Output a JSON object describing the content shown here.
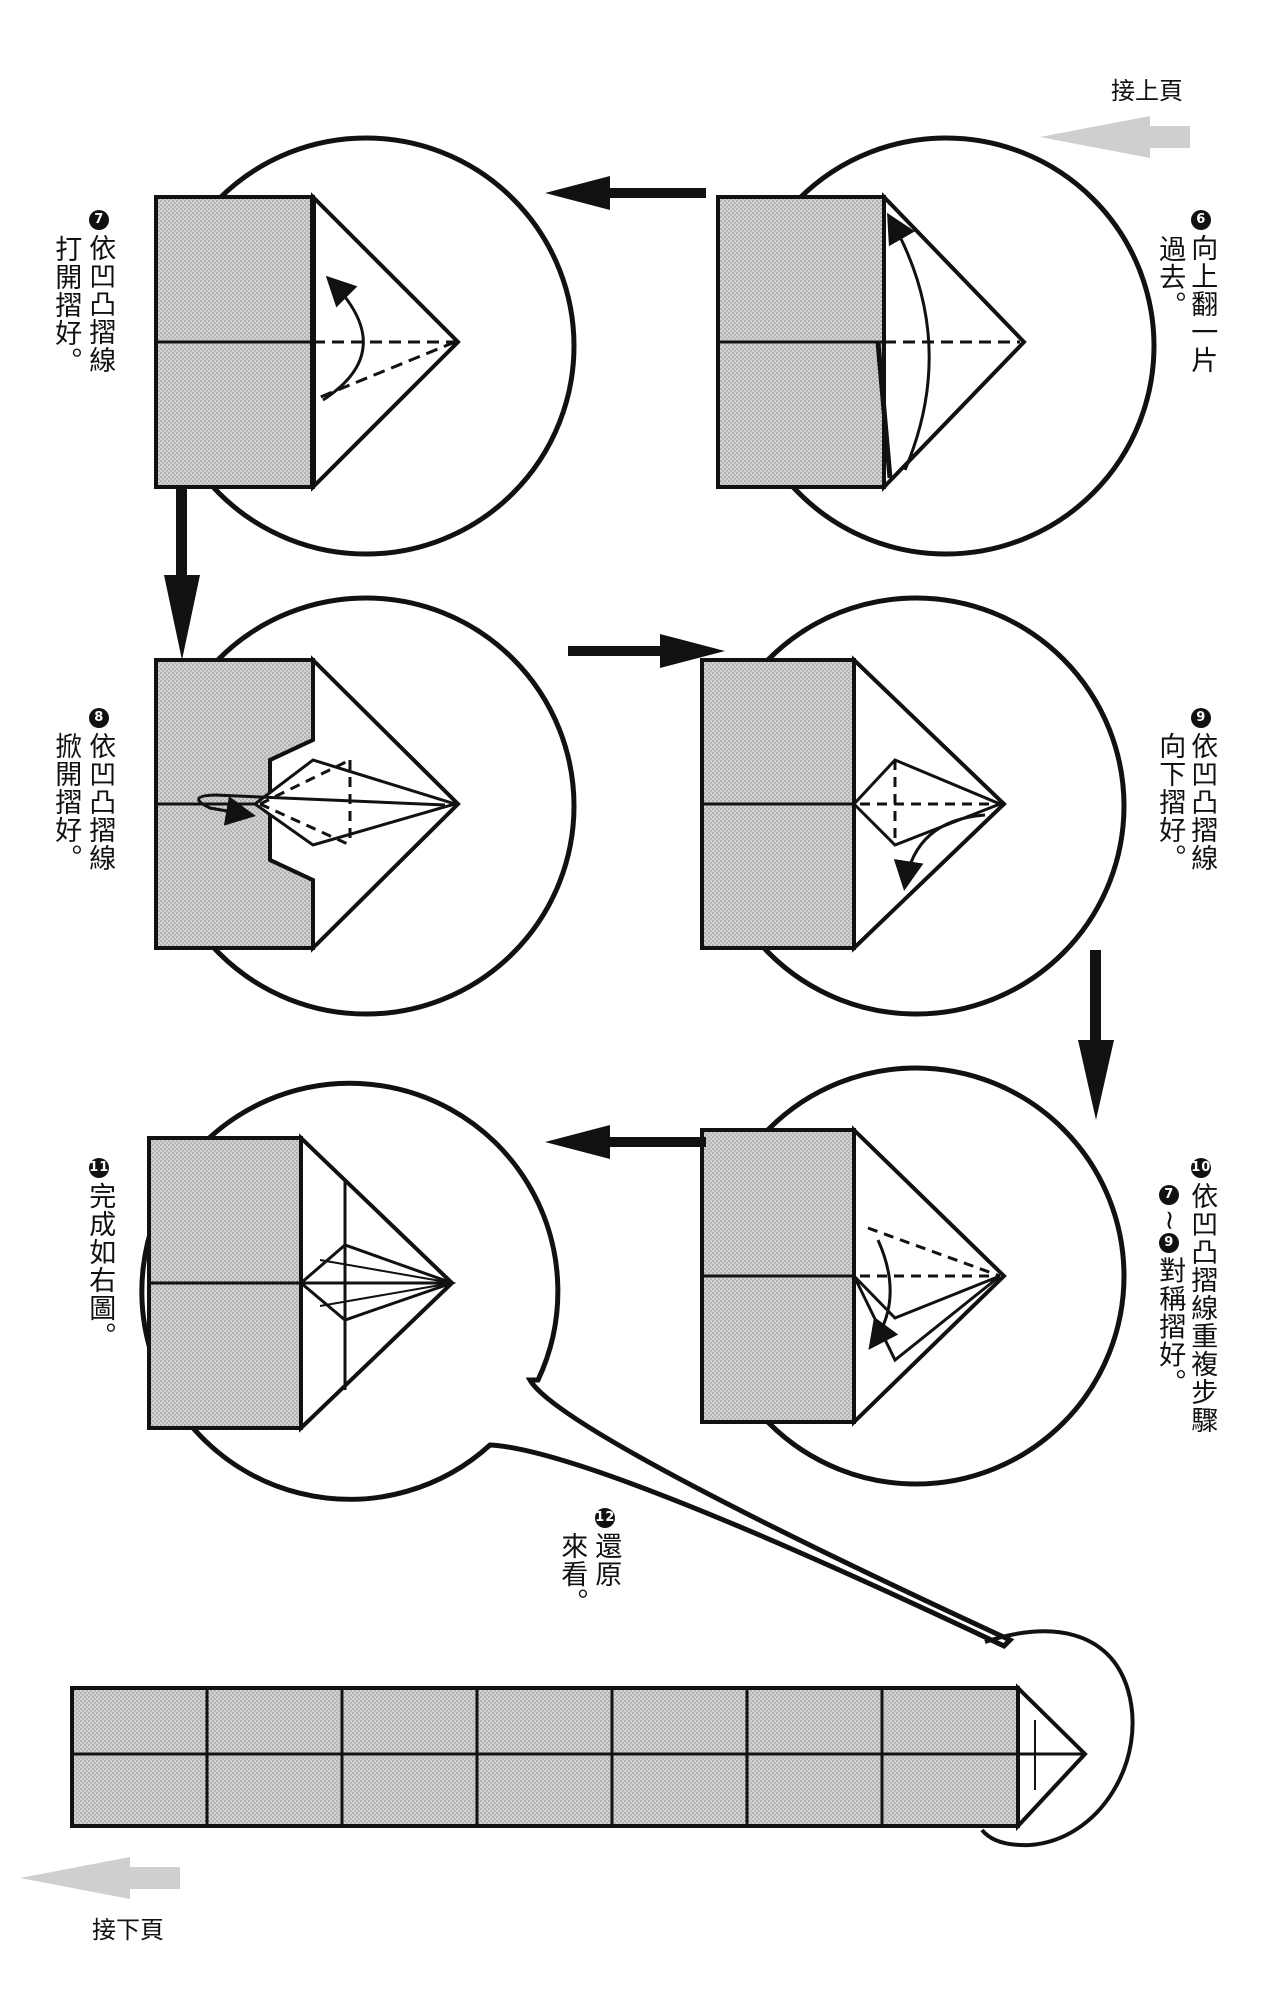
{
  "nav": {
    "continued_from": "接上頁",
    "continued_to": "接下頁"
  },
  "steps": [
    {
      "number": "6",
      "line1": "向上翻一片",
      "line2": "過去。"
    },
    {
      "number": "7",
      "line1": "依凹凸摺線",
      "line2": "打開摺好。"
    },
    {
      "number": "8",
      "line1": "依凹凸摺線",
      "line2": "掀開摺好。"
    },
    {
      "number": "9",
      "line1": "依凹凸摺線",
      "line2": "向下摺好。"
    },
    {
      "number": "10",
      "line1": "依凹凸摺線重複步驟",
      "ref_a": "7",
      "tilde": "~",
      "ref_b": "9",
      "line2_tail": "對稱摺好。"
    },
    {
      "number": "11",
      "line1": "完成如右圖。"
    },
    {
      "number": "12",
      "line1": "還原",
      "line2": "來看。"
    }
  ],
  "colors": {
    "paper_fill": "#c9c9c9",
    "ink": "#111111",
    "faded_arrow": "#c8c8c8"
  }
}
